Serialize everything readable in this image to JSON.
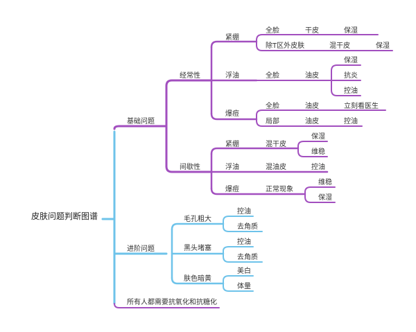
{
  "root": "皮肤问题判断图谱",
  "colors": {
    "purple": "#a24fbf",
    "blue": "#6ec3ea",
    "text": "#333333",
    "background": "#ffffff"
  },
  "nodes": {
    "basic": "基础问题",
    "frequent": "经常性",
    "f_tight": "紧绷",
    "f_tight_full": "全脸",
    "f_tight_full_dry": "干皮",
    "f_tight_full_dry_moist": "保湿",
    "f_tight_tzone": "除T区外皮肤",
    "f_tight_tzone_mixed": "混干皮",
    "f_tight_tzone_mixed_moist": "保湿",
    "f_oily": "浮油",
    "f_oily_full": "全脸",
    "f_oily_full_oil": "油皮",
    "f_oily_moist": "保湿",
    "f_oily_anti": "抗炎",
    "f_oily_control": "控油",
    "f_acne": "爆痘",
    "f_acne_full": "全脸",
    "f_acne_full_oil": "油皮",
    "f_acne_full_doctor": "立刻看医生",
    "f_acne_local": "局部",
    "f_acne_local_oil": "油皮",
    "f_acne_local_control": "控油",
    "intermittent": "间歇性",
    "i_tight": "紧绷",
    "i_tight_mixed": "混干皮",
    "i_tight_moist": "保湿",
    "i_tight_stable": "维稳",
    "i_oily": "浮油",
    "i_oily_mixed": "混油皮",
    "i_oily_control": "控油",
    "i_acne": "爆痘",
    "i_acne_normal": "正常现象",
    "i_acne_stable": "维稳",
    "i_acne_moist": "保湿",
    "advanced": "进阶问题",
    "pores": "毛孔粗大",
    "pores_control": "控油",
    "pores_exfoliate": "去角质",
    "blackheads": "黑头堵塞",
    "blackheads_control": "控油",
    "blackheads_exfoliate": "去角质",
    "dull": "肤色暗黄",
    "dull_whiten": "美白",
    "dull_weight": "体量",
    "everyone": "所有人都需要抗氧化和抗糖化"
  }
}
